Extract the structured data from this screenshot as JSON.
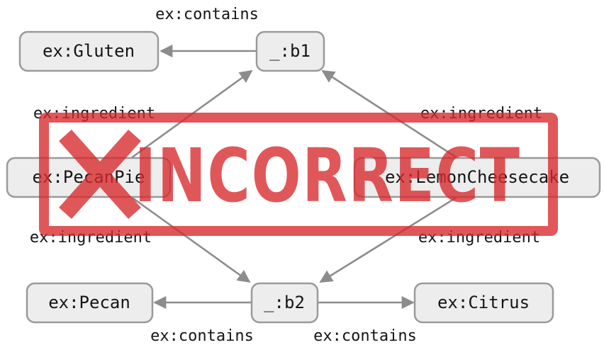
{
  "stamp": {
    "label": "INCORRECT",
    "color": "#d8282c",
    "opacity": 0.78
  },
  "nodes": {
    "gluten": {
      "label": "ex:Gluten"
    },
    "b1": {
      "label": "_:b1"
    },
    "pecanpie": {
      "label": "ex:PecanPie"
    },
    "lemon": {
      "label": "ex:LemonCheesecake"
    },
    "pecan": {
      "label": "ex:Pecan"
    },
    "b2": {
      "label": "_:b2"
    },
    "citrus": {
      "label": "ex:Citrus"
    }
  },
  "edges": [
    {
      "id": "b1-gluten",
      "from": "b1",
      "to": "gluten",
      "label": "ex:contains"
    },
    {
      "id": "pie-b1",
      "from": "pecanpie",
      "to": "b1",
      "label": "ex:ingredient"
    },
    {
      "id": "lemon-b1",
      "from": "lemon",
      "to": "b1",
      "label": "ex:ingredient"
    },
    {
      "id": "pie-b2",
      "from": "pecanpie",
      "to": "b2",
      "label": "ex:ingredient"
    },
    {
      "id": "lemon-b2",
      "from": "lemon",
      "to": "b2",
      "label": "ex:ingredient"
    },
    {
      "id": "b2-pecan",
      "from": "b2",
      "to": "pecan",
      "label": "ex:contains"
    },
    {
      "id": "b2-citrus",
      "from": "b2",
      "to": "citrus",
      "label": "ex:contains"
    }
  ]
}
